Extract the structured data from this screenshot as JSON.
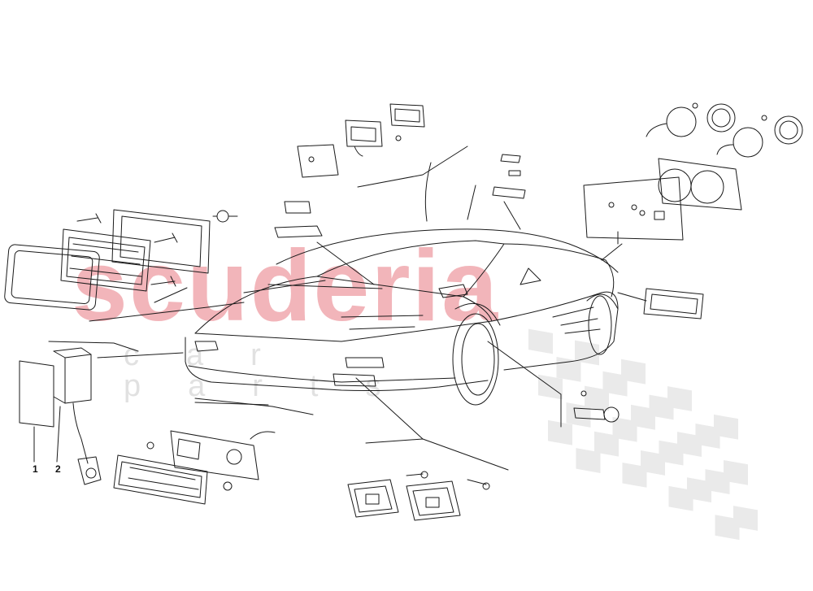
{
  "watermark": {
    "brand": "scuderia",
    "tagline": "car parts",
    "flag_colors": [
      "#d9d9d9",
      "#ffffff"
    ],
    "brand_color": "#e8828c"
  },
  "callouts": [
    {
      "id": "1",
      "label": "1"
    },
    {
      "id": "2",
      "label": "2"
    }
  ],
  "line_color": "#1a1a1a",
  "parts": [
    "car-body",
    "headlight-assembly",
    "fog-lamp-housing",
    "indicator-lamp",
    "rear-light-cluster",
    "license-plate-lamp",
    "side-marker-lamp",
    "front-turn-signal-pair",
    "interior-lamp",
    "roof-lamp",
    "control-unit"
  ]
}
